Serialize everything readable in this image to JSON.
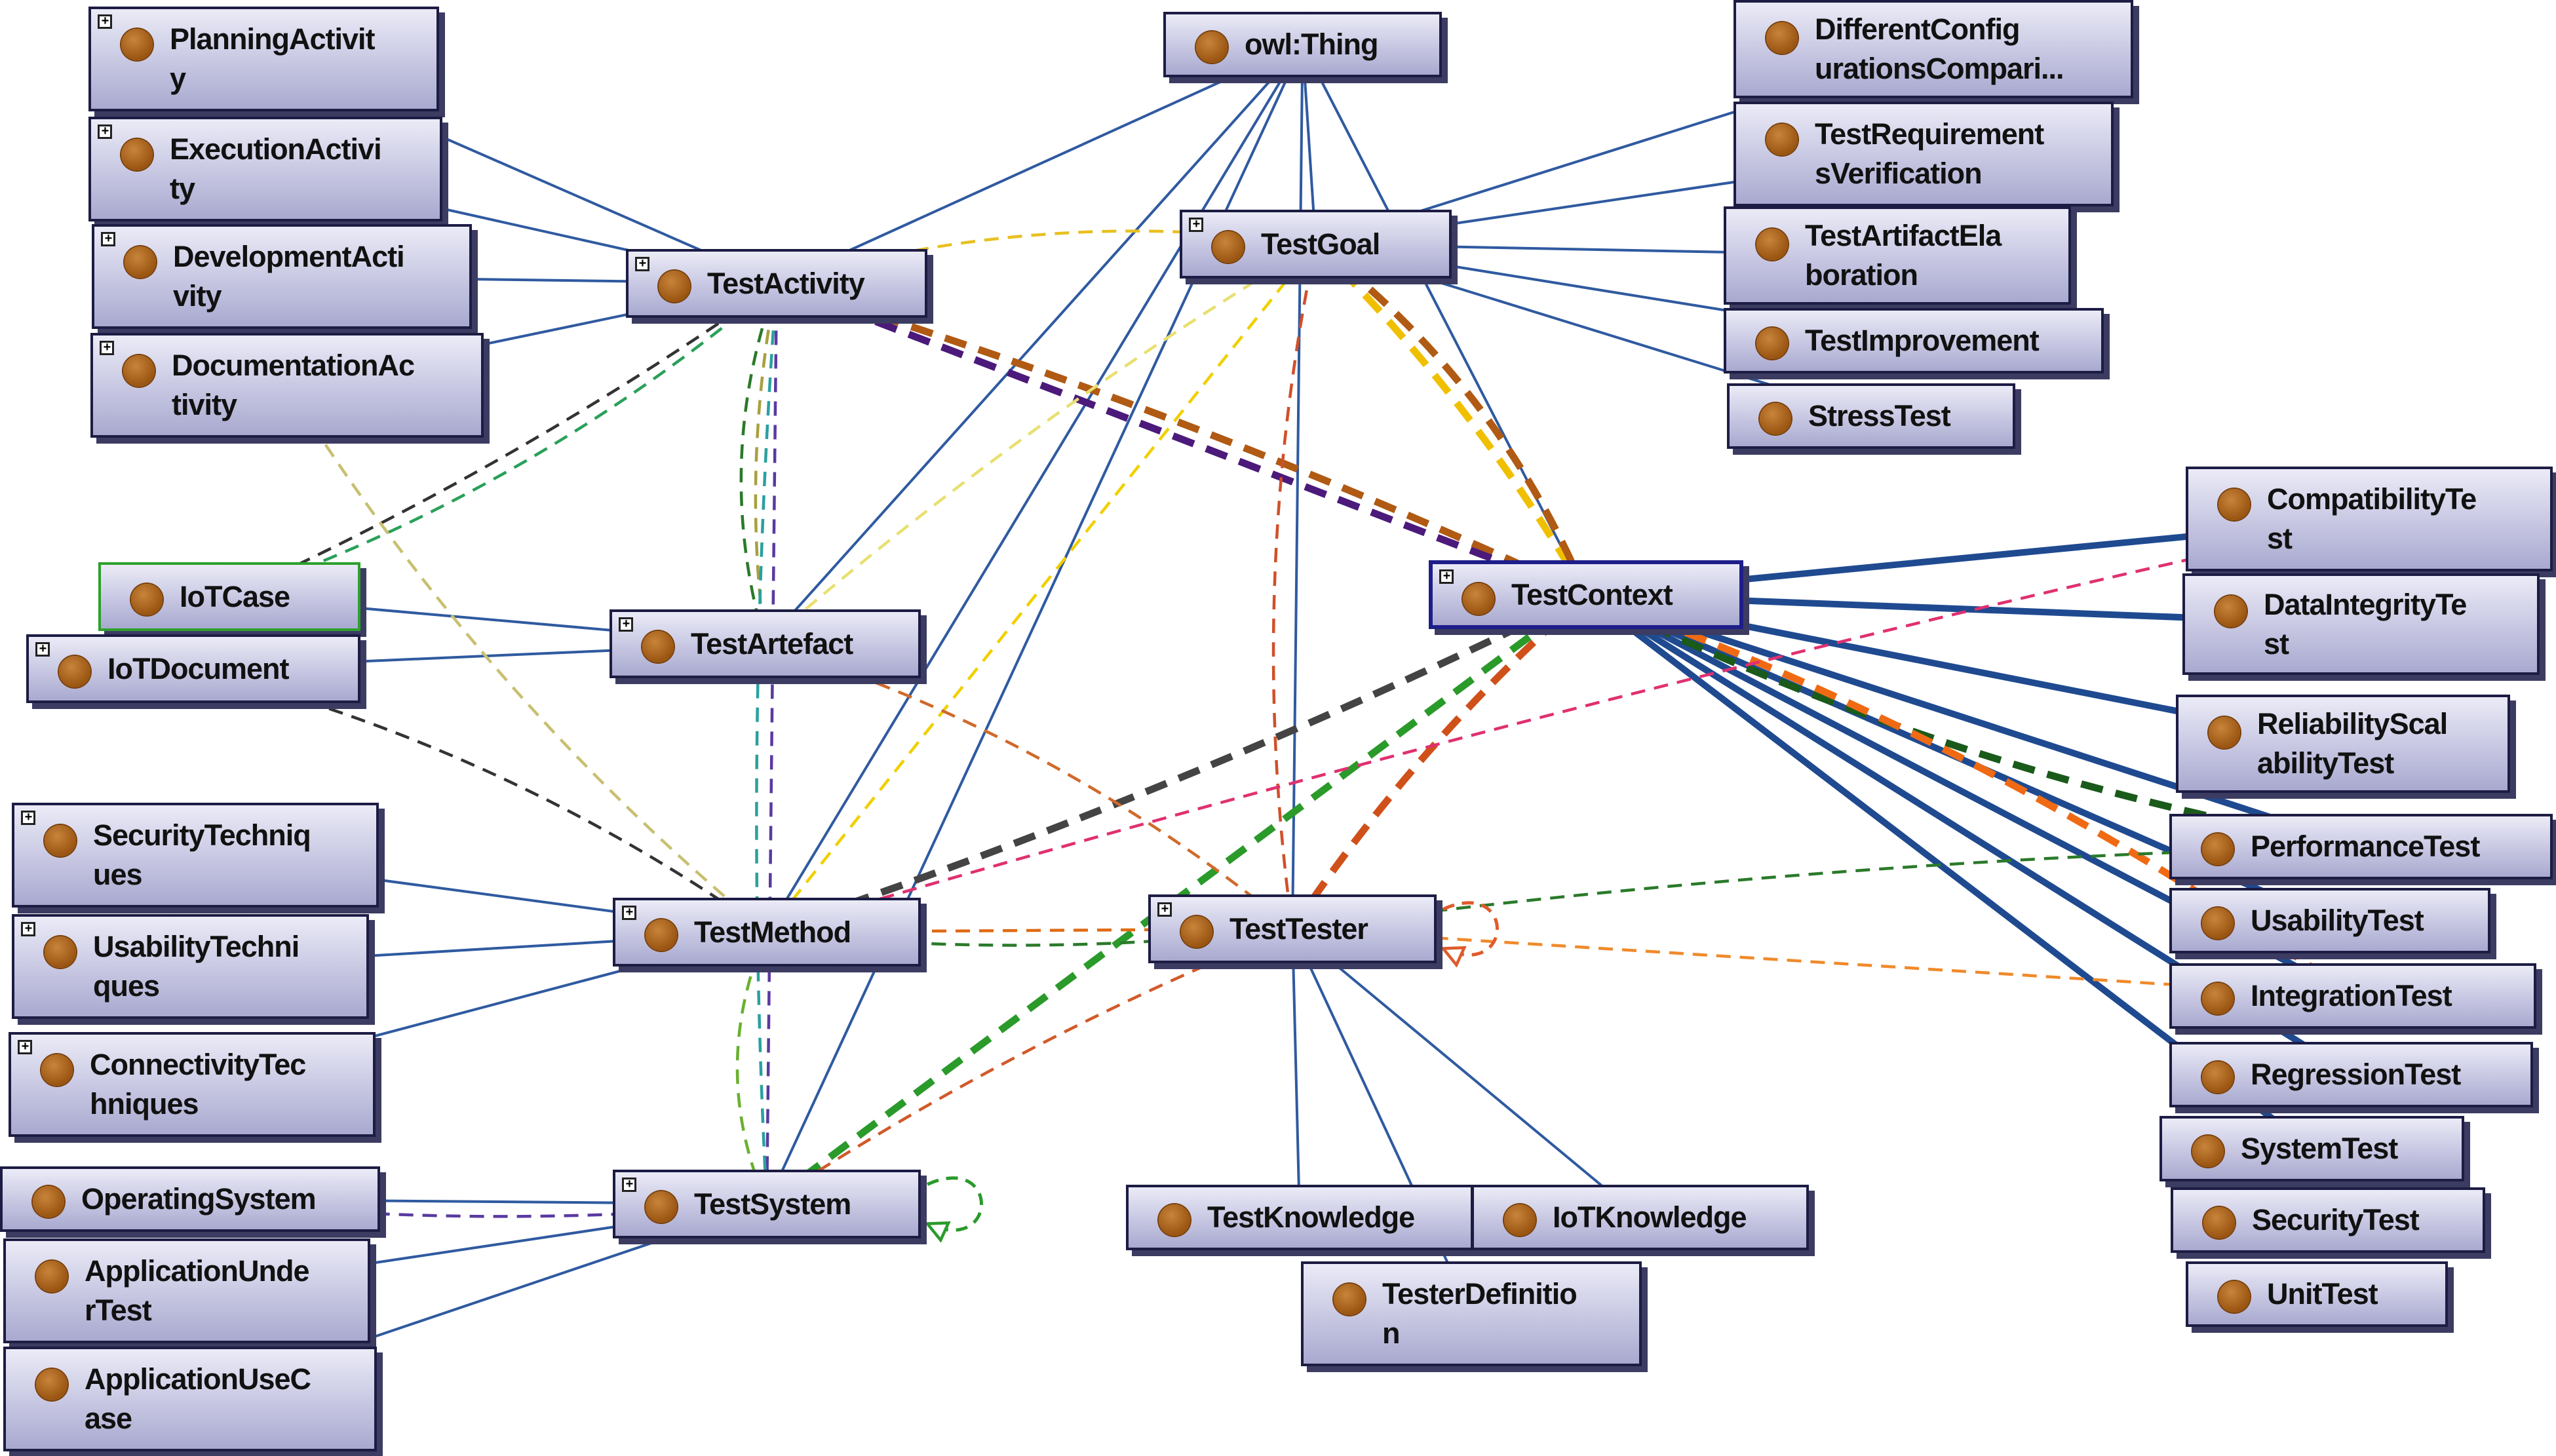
{
  "diagram": {
    "nodes": [
      {
        "id": "PlanningActivity",
        "label": "PlanningActivit\ny",
        "expandable": true
      },
      {
        "id": "ExecutionActivity",
        "label": "ExecutionActivi\nty",
        "expandable": true
      },
      {
        "id": "DevelopmentActivity",
        "label": "DevelopmentActi\nvity",
        "expandable": true
      },
      {
        "id": "DocumentationActivity",
        "label": "DocumentationAc\ntivity",
        "expandable": true
      },
      {
        "id": "owlThing",
        "label": "owl:Thing",
        "expandable": false
      },
      {
        "id": "DifferentConfigurations",
        "label": "DifferentConfig\nurationsCompari...",
        "expandable": false
      },
      {
        "id": "TestRequirementsVerification",
        "label": "TestRequirement\nsVerification",
        "expandable": false
      },
      {
        "id": "TestArtifactElaboration",
        "label": "TestArtifactEla\nboration",
        "expandable": false
      },
      {
        "id": "TestImprovement",
        "label": "TestImprovement",
        "expandable": false
      },
      {
        "id": "StressTest",
        "label": "StressTest",
        "expandable": false
      },
      {
        "id": "TestActivity",
        "label": "TestActivity",
        "expandable": true
      },
      {
        "id": "TestGoal",
        "label": "TestGoal",
        "expandable": true
      },
      {
        "id": "IoTCase",
        "label": "IoTCase",
        "expandable": false
      },
      {
        "id": "IoTDocument",
        "label": "IoTDocument",
        "expandable": true
      },
      {
        "id": "TestArtefact",
        "label": "TestArtefact",
        "expandable": true
      },
      {
        "id": "TestContext",
        "label": "TestContext",
        "expandable": true
      },
      {
        "id": "CompatibilityTest",
        "label": "CompatibilityTe\nst",
        "expandable": false
      },
      {
        "id": "DataIntegrityTest",
        "label": "DataIntegrityTe\nst",
        "expandable": false
      },
      {
        "id": "ReliabilityScalabilityTest",
        "label": "ReliabilityScal\nabilityTest",
        "expandable": false
      },
      {
        "id": "PerformanceTest",
        "label": "PerformanceTest",
        "expandable": false
      },
      {
        "id": "UsabilityTest",
        "label": "UsabilityTest",
        "expandable": false
      },
      {
        "id": "IntegrationTest",
        "label": "IntegrationTest",
        "expandable": false
      },
      {
        "id": "RegressionTest",
        "label": "RegressionTest",
        "expandable": false
      },
      {
        "id": "SystemTest",
        "label": "SystemTest",
        "expandable": false
      },
      {
        "id": "SecurityTest",
        "label": "SecurityTest",
        "expandable": false
      },
      {
        "id": "UnitTest",
        "label": "UnitTest",
        "expandable": false
      },
      {
        "id": "SecurityTechniques",
        "label": "SecurityTechniq\nues",
        "expandable": true
      },
      {
        "id": "UsabilityTechniques",
        "label": "UsabilityTechni\nques",
        "expandable": true
      },
      {
        "id": "ConnectivityTechniques",
        "label": "ConnectivityTec\nhniques",
        "expandable": true
      },
      {
        "id": "TestMethod",
        "label": "TestMethod",
        "expandable": true
      },
      {
        "id": "TestTester",
        "label": "TestTester",
        "expandable": true
      },
      {
        "id": "OperatingSystem",
        "label": "OperatingSystem",
        "expandable": false
      },
      {
        "id": "ApplicationUnderTest",
        "label": "ApplicationUnde\nrTest",
        "expandable": false
      },
      {
        "id": "ApplicationUseCase",
        "label": "ApplicationUseC\nase",
        "expandable": false
      },
      {
        "id": "TestSystem",
        "label": "TestSystem",
        "expandable": true
      },
      {
        "id": "TestKnowledge",
        "label": "TestKnowledge",
        "expandable": false
      },
      {
        "id": "IoTKnowledge",
        "label": "IoTKnowledge",
        "expandable": false
      },
      {
        "id": "TesterDefinition",
        "label": "TesterDefinitio\nn",
        "expandable": false
      }
    ],
    "edges": [
      {
        "from": "owlThing",
        "to": "TestActivity",
        "kind": "subclass"
      },
      {
        "from": "owlThing",
        "to": "TestGoal",
        "kind": "subclass"
      },
      {
        "from": "owlThing",
        "to": "TestContext",
        "kind": "subclass"
      },
      {
        "from": "owlThing",
        "to": "TestMethod",
        "kind": "subclass"
      },
      {
        "from": "owlThing",
        "to": "TestTester",
        "kind": "subclass"
      },
      {
        "from": "owlThing",
        "to": "TestSystem",
        "kind": "subclass"
      },
      {
        "from": "owlThing",
        "to": "TestArtefact",
        "kind": "subclass"
      },
      {
        "from": "TestActivity",
        "to": "PlanningActivity",
        "kind": "subclass"
      },
      {
        "from": "TestActivity",
        "to": "ExecutionActivity",
        "kind": "subclass"
      },
      {
        "from": "TestActivity",
        "to": "DevelopmentActivity",
        "kind": "subclass"
      },
      {
        "from": "TestActivity",
        "to": "DocumentationActivity",
        "kind": "subclass"
      },
      {
        "from": "TestGoal",
        "to": "DifferentConfigurations",
        "kind": "subclass"
      },
      {
        "from": "TestGoal",
        "to": "TestRequirementsVerification",
        "kind": "subclass"
      },
      {
        "from": "TestGoal",
        "to": "TestArtifactElaboration",
        "kind": "subclass"
      },
      {
        "from": "TestGoal",
        "to": "TestImprovement",
        "kind": "subclass"
      },
      {
        "from": "TestGoal",
        "to": "StressTest",
        "kind": "subclass"
      },
      {
        "from": "TestArtefact",
        "to": "IoTCase",
        "kind": "subclass"
      },
      {
        "from": "TestArtefact",
        "to": "IoTDocument",
        "kind": "subclass"
      },
      {
        "from": "TestContext",
        "to": "CompatibilityTest",
        "kind": "subclass-bold"
      },
      {
        "from": "TestContext",
        "to": "DataIntegrityTest",
        "kind": "subclass-bold"
      },
      {
        "from": "TestContext",
        "to": "ReliabilityScalabilityTest",
        "kind": "subclass-bold"
      },
      {
        "from": "TestContext",
        "to": "PerformanceTest",
        "kind": "subclass-bold"
      },
      {
        "from": "TestContext",
        "to": "UsabilityTest",
        "kind": "subclass-bold"
      },
      {
        "from": "TestContext",
        "to": "IntegrationTest",
        "kind": "subclass-bold"
      },
      {
        "from": "TestContext",
        "to": "RegressionTest",
        "kind": "subclass-bold"
      },
      {
        "from": "TestContext",
        "to": "SystemTest",
        "kind": "subclass-bold"
      },
      {
        "from": "TestMethod",
        "to": "SecurityTechniques",
        "kind": "subclass"
      },
      {
        "from": "TestMethod",
        "to": "UsabilityTechniques",
        "kind": "subclass"
      },
      {
        "from": "TestMethod",
        "to": "ConnectivityTechniques",
        "kind": "subclass"
      },
      {
        "from": "TestSystem",
        "to": "OperatingSystem",
        "kind": "subclass"
      },
      {
        "from": "TestSystem",
        "to": "ApplicationUnderTest",
        "kind": "subclass"
      },
      {
        "from": "TestSystem",
        "to": "ApplicationUseCase",
        "kind": "subclass"
      },
      {
        "from": "TestTester",
        "to": "TestKnowledge",
        "kind": "subclass"
      },
      {
        "from": "TestTester",
        "to": "IoTKnowledge",
        "kind": "subclass"
      },
      {
        "from": "TestTester",
        "to": "TesterDefinition",
        "kind": "subclass"
      },
      {
        "from": "TestActivity",
        "to": "TestGoal",
        "kind": "property",
        "color": "#e8c020"
      },
      {
        "from": "TestActivity",
        "to": "TestContext",
        "kind": "property-bold",
        "color": "#b05a14"
      },
      {
        "from": "TestActivity",
        "to": "TestContext",
        "kind": "property-bold",
        "color": "#4b1a7a"
      },
      {
        "from": "TestActivity",
        "to": "TestArtefact",
        "kind": "property",
        "color": "#a8a040"
      },
      {
        "from": "TestActivity",
        "to": "TestArtefact",
        "kind": "property",
        "color": "#2a7a2a"
      },
      {
        "from": "TestActivity",
        "to": "IoTCase",
        "kind": "property",
        "color": "#2aa05a"
      },
      {
        "from": "TestActivity",
        "to": "IoTCase",
        "kind": "property",
        "color": "#333333"
      },
      {
        "from": "TestActivity",
        "to": "TestSystem",
        "kind": "property",
        "color": "#5a3aa0"
      },
      {
        "from": "TestActivity",
        "to": "TestSystem",
        "kind": "property",
        "color": "#2aa0a0"
      },
      {
        "from": "DocumentationActivity",
        "to": "TestMethod",
        "kind": "property",
        "color": "#c8c070"
      },
      {
        "from": "IoTDocument",
        "to": "TestMethod",
        "kind": "property",
        "color": "#333333"
      },
      {
        "from": "TestGoal",
        "to": "TestContext",
        "kind": "property-bold",
        "color": "#f0c000"
      },
      {
        "from": "TestGoal",
        "to": "TestMethod",
        "kind": "property",
        "color": "#f0d000"
      },
      {
        "from": "TestGoal",
        "to": "TestArtefact",
        "kind": "property",
        "color": "#e8e070"
      },
      {
        "from": "TestGoal",
        "to": "TestTester",
        "kind": "property",
        "color": "#d0502a"
      },
      {
        "from": "TestGoal",
        "to": "TestContext",
        "kind": "property-bold",
        "color": "#b05a14"
      },
      {
        "from": "TestContext",
        "to": "TestMethod",
        "kind": "property-bold",
        "color": "#444444"
      },
      {
        "from": "TestContext",
        "to": "TestSystem",
        "kind": "property-bold",
        "color": "#2a9a2a"
      },
      {
        "from": "TestContext",
        "to": "TestTester",
        "kind": "property-bold",
        "color": "#d0501a"
      },
      {
        "from": "TestContext",
        "to": "PerformanceTest",
        "kind": "property-bold",
        "color": "#1a5a1a"
      },
      {
        "from": "TestContext",
        "to": "IntegrationTest",
        "kind": "property-bold",
        "color": "#f06a14"
      },
      {
        "from": "TestMethod",
        "to": "CompatibilityTest",
        "kind": "property",
        "color": "#e03070"
      },
      {
        "from": "TestMethod",
        "to": "TestTester",
        "kind": "property",
        "color": "#e06a14"
      },
      {
        "from": "TestMethod",
        "to": "TestTester",
        "kind": "property",
        "color": "#2a7a2a"
      },
      {
        "from": "TestMethod",
        "to": "TestSystem",
        "kind": "property",
        "color": "#6ab030"
      },
      {
        "from": "TestArtefact",
        "to": "TestTester",
        "kind": "property",
        "color": "#d06a2a"
      },
      {
        "from": "TestTester",
        "to": "PerformanceTest",
        "kind": "property",
        "color": "#2a7a2a"
      },
      {
        "from": "TestTester",
        "to": "IntegrationTest",
        "kind": "property",
        "color": "#f08a2a"
      },
      {
        "from": "TestTester",
        "to": "TestSystem",
        "kind": "property",
        "color": "#d05a2a"
      },
      {
        "from": "TestTester",
        "to": "TestTester",
        "kind": "self",
        "color": "#e05a2a"
      },
      {
        "from": "TestSystem",
        "to": "TestSystem",
        "kind": "self",
        "color": "#2a9a2a"
      },
      {
        "from": "TestSystem",
        "to": "OperatingSystem",
        "kind": "property",
        "color": "#5a3aa0"
      }
    ]
  }
}
